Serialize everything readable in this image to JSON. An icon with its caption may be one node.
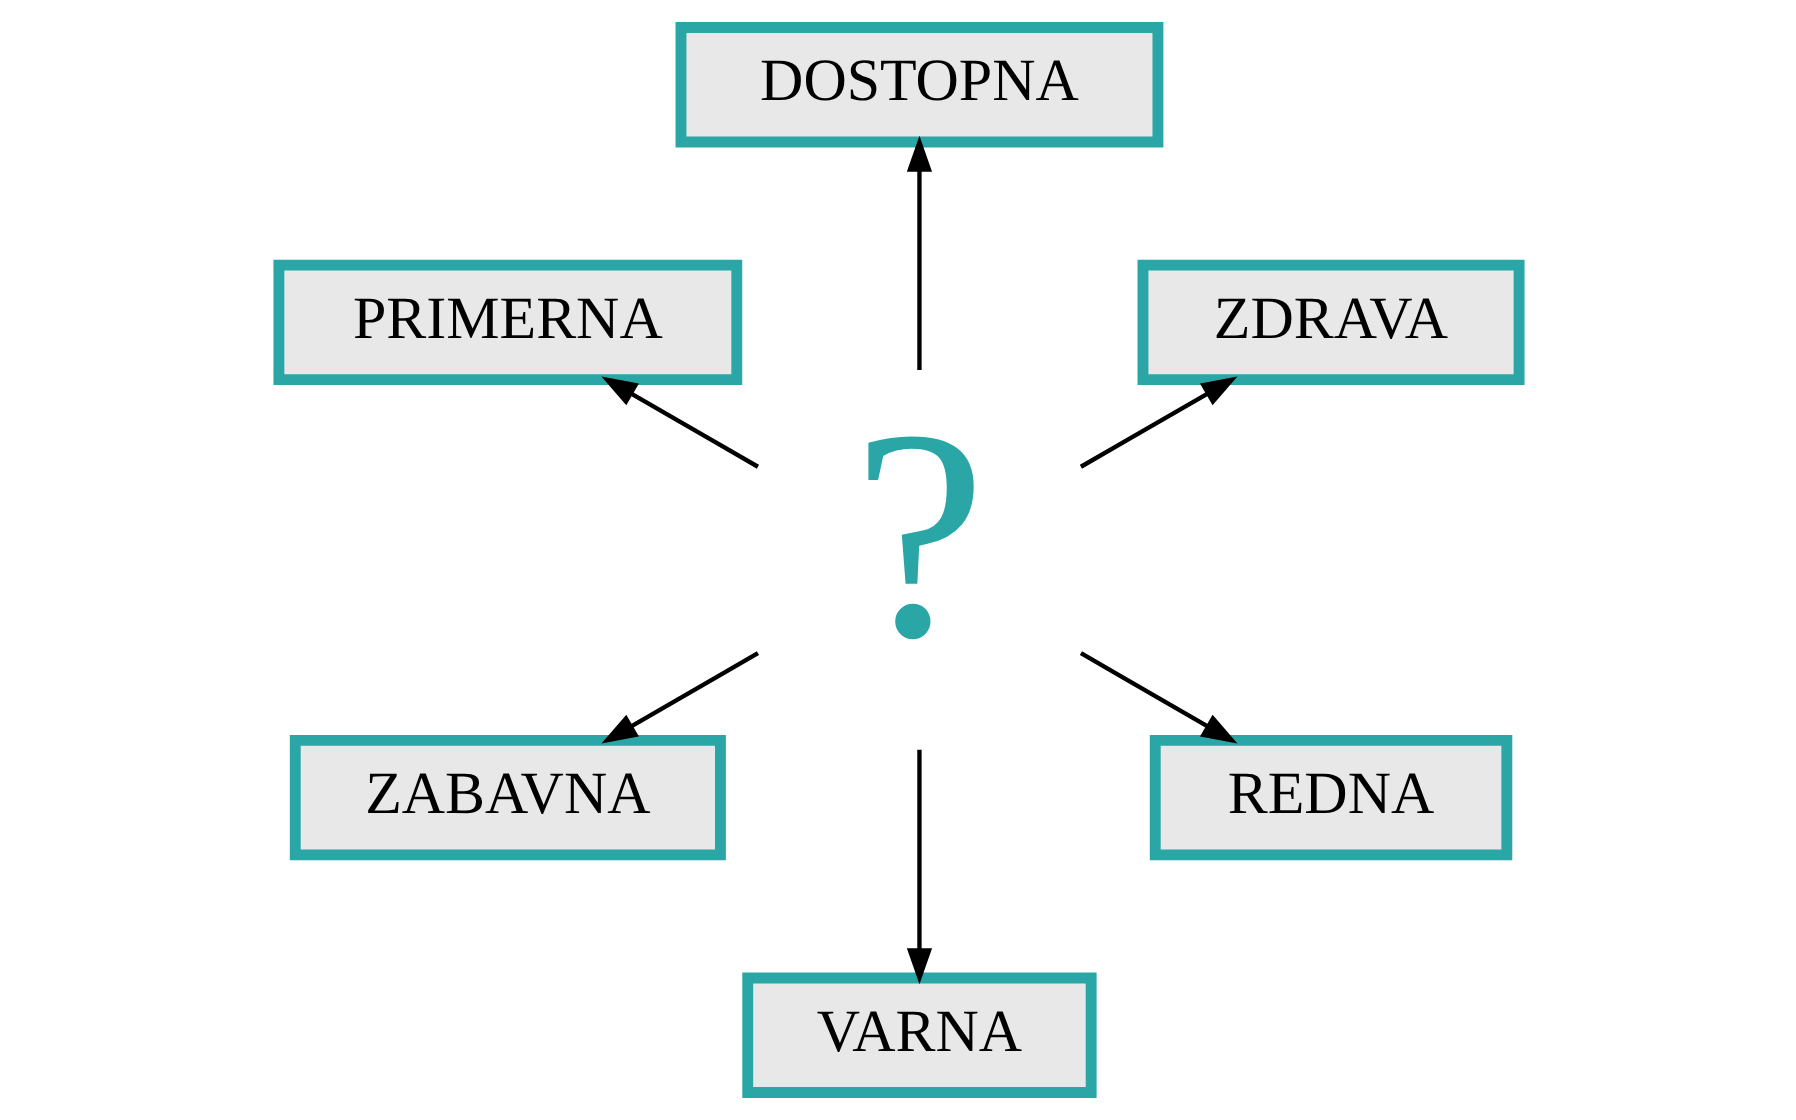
{
  "diagram": {
    "nodes": [
      {
        "text": [
          "ZDRAVA"
        ]
      },
      {
        "text": [
          "DOSTOPNA"
        ]
      },
      {
        "text": [
          "PRIMERNA"
        ]
      },
      {
        "text": [
          "?"
        ]
      },
      {
        "text": [
          "ZABAVNA"
        ]
      },
      {
        "text": [
          "VARNA"
        ]
      },
      {
        "text": [
          "REDNA"
        ]
      }
    ],
    "edges": [
      {
        "from": 3,
        "to": 0,
        "arrow": "to"
      },
      {
        "from": 3,
        "to": 2,
        "arrow": "to"
      },
      {
        "from": 3,
        "to": 5,
        "arrow": "to"
      },
      {
        "from": 3,
        "to": 6,
        "arrow": "to"
      },
      {
        "from": 3,
        "to": 4,
        "arrow": "to"
      },
      {
        "from": 3,
        "to": 1,
        "arrow": "to"
      }
    ]
  }
}
